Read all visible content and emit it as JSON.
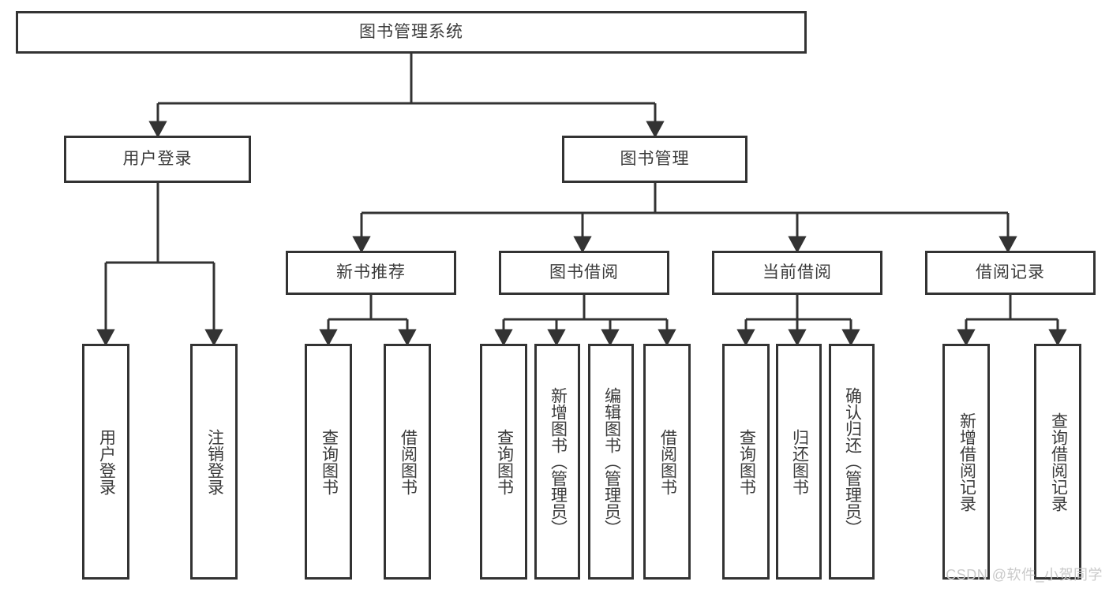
{
  "diagram": {
    "title": "图书管理系统",
    "watermark": "CSDN @软件_小贺同学",
    "stroke_color": "#333333",
    "text_color": "#3a3a3a",
    "background_color": "#ffffff",
    "watermark_color": "#c9c9c9",
    "type": "tree",
    "root": {
      "label": "图书管理系统"
    },
    "level2": [
      {
        "label": "用户登录"
      },
      {
        "label": "图书管理"
      }
    ],
    "level3": [
      {
        "label": "新书推荐"
      },
      {
        "label": "图书借阅"
      },
      {
        "label": "当前借阅"
      },
      {
        "label": "借阅记录"
      }
    ],
    "leaves": {
      "user_login": [
        {
          "label": "用户登录"
        },
        {
          "label": "注销登录"
        }
      ],
      "new_book_recommend": [
        {
          "label": "查询图书"
        },
        {
          "label": "借阅图书"
        }
      ],
      "book_borrow": [
        {
          "label": "查询图书"
        },
        {
          "label": "新增图书（管理员）"
        },
        {
          "label": "编辑图书（管理员）"
        },
        {
          "label": "借阅图书"
        }
      ],
      "current_borrow": [
        {
          "label": "查询图书"
        },
        {
          "label": "归还图书"
        },
        {
          "label": "确认归还（管理员）"
        }
      ],
      "borrow_record": [
        {
          "label": "新增借阅记录"
        },
        {
          "label": "查询借阅记录"
        }
      ]
    }
  }
}
